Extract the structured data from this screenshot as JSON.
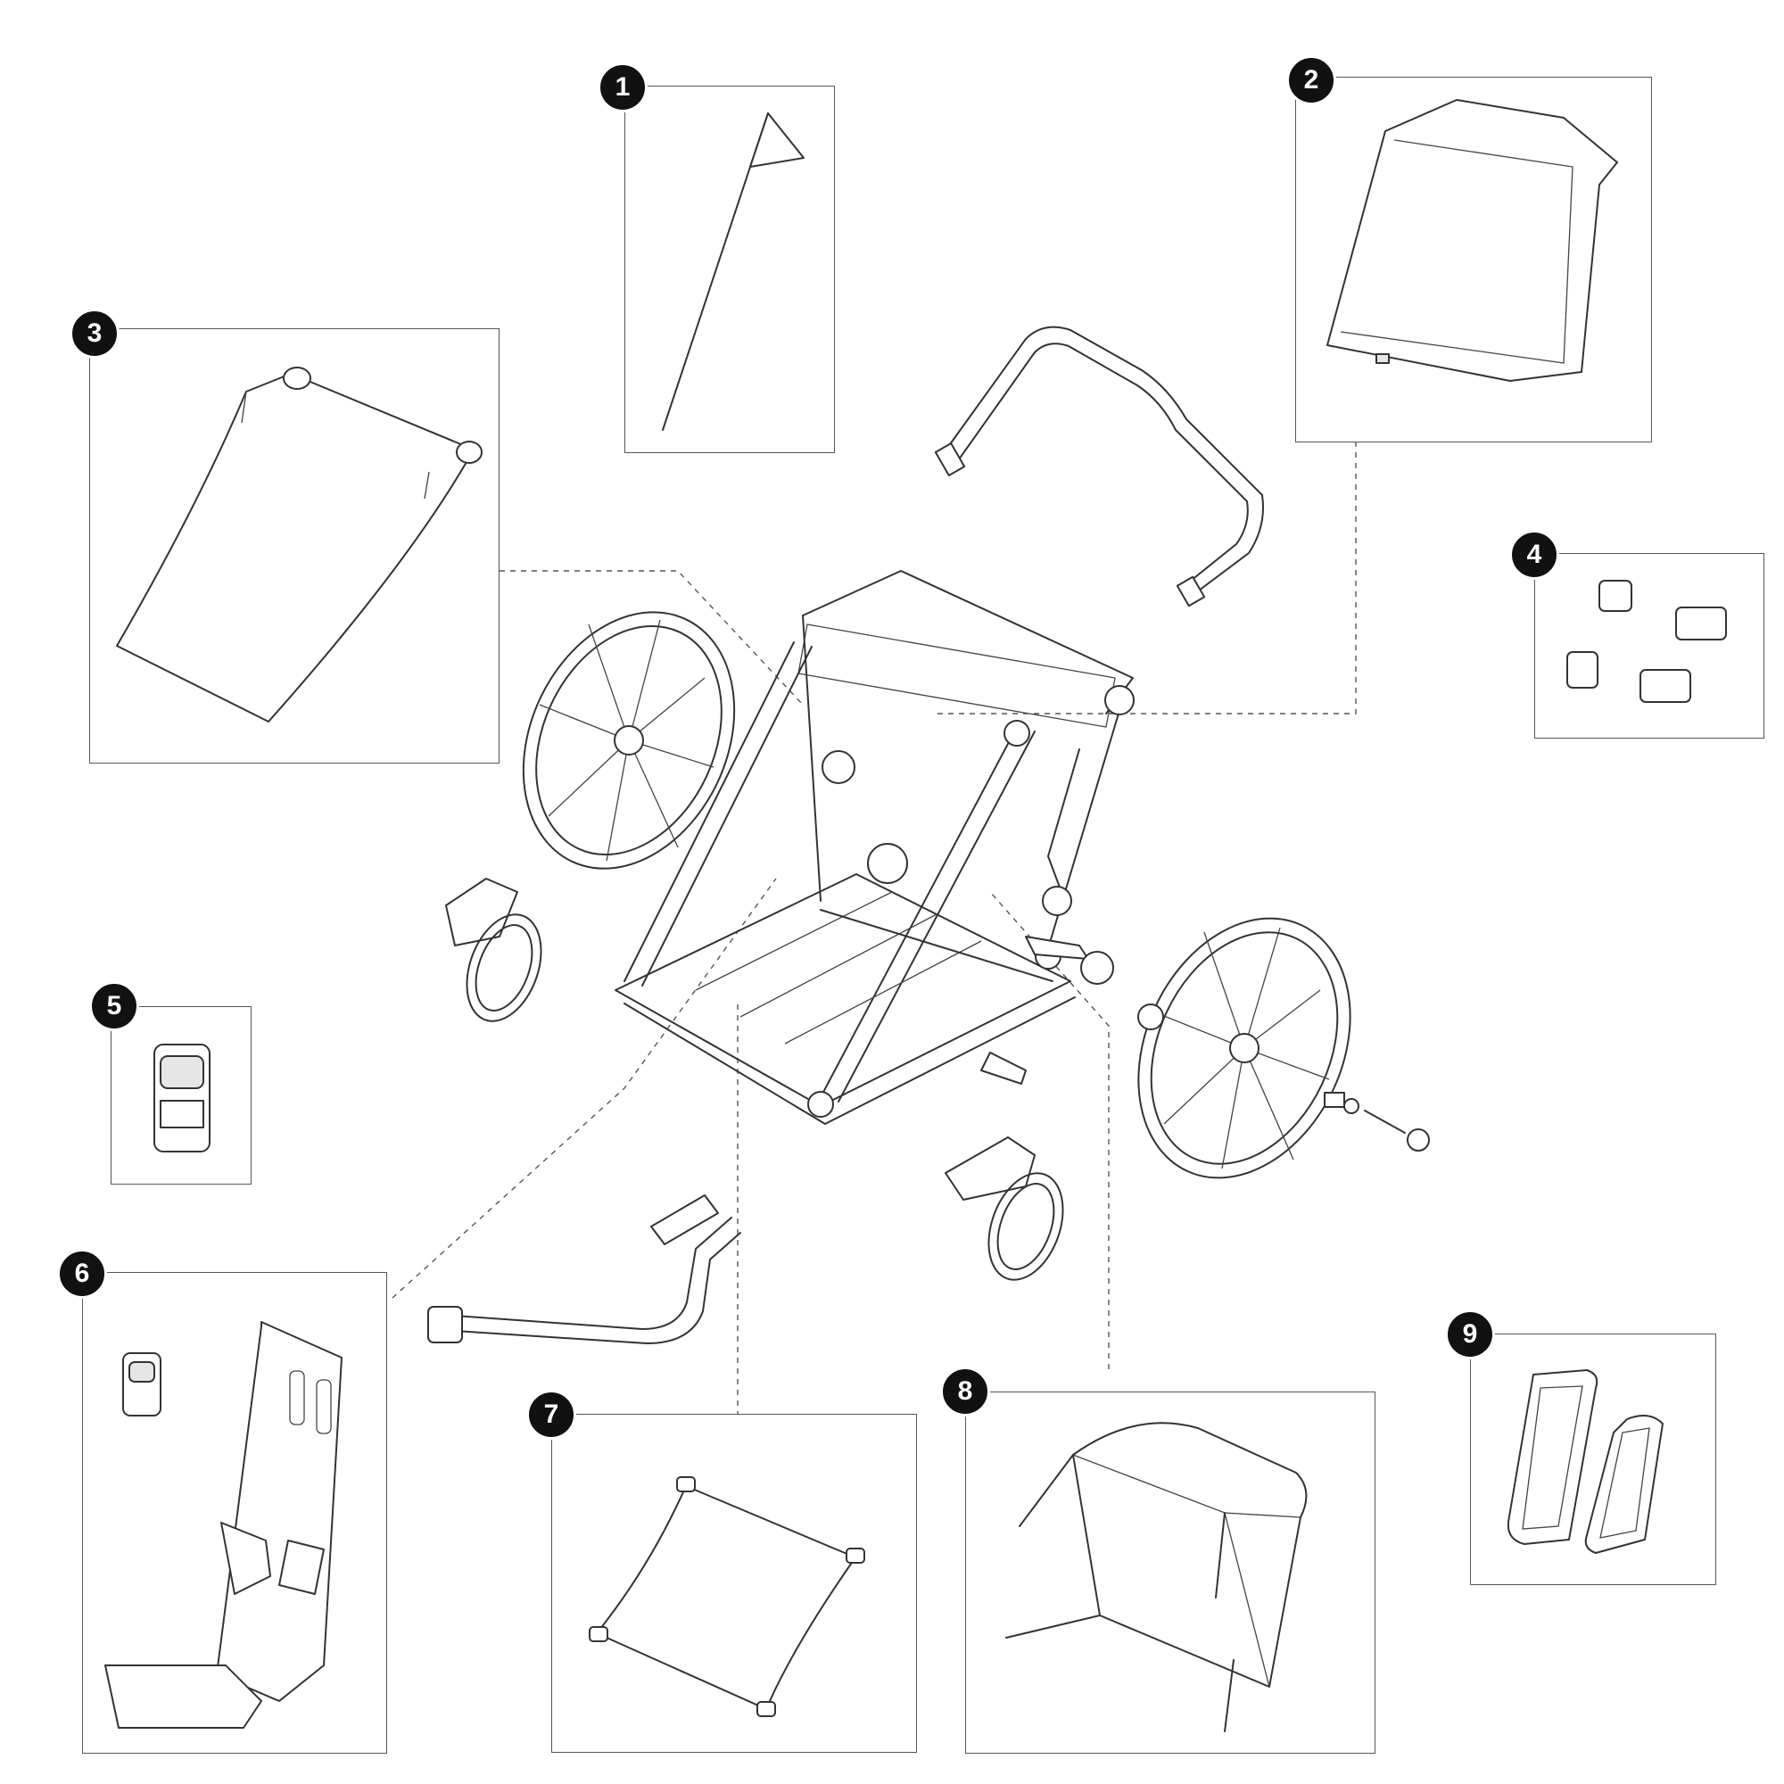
{
  "diagram": {
    "callouts": [
      {
        "id": "1",
        "label": "1"
      },
      {
        "id": "2",
        "label": "2"
      },
      {
        "id": "3",
        "label": "3"
      },
      {
        "id": "4",
        "label": "4"
      },
      {
        "id": "5",
        "label": "5"
      },
      {
        "id": "6",
        "label": "6"
      },
      {
        "id": "7",
        "label": "7"
      },
      {
        "id": "8",
        "label": "8"
      },
      {
        "id": "9",
        "label": "9"
      }
    ],
    "colors": {
      "line": "#333333",
      "badge": "#111111",
      "background": "#ffffff"
    }
  }
}
